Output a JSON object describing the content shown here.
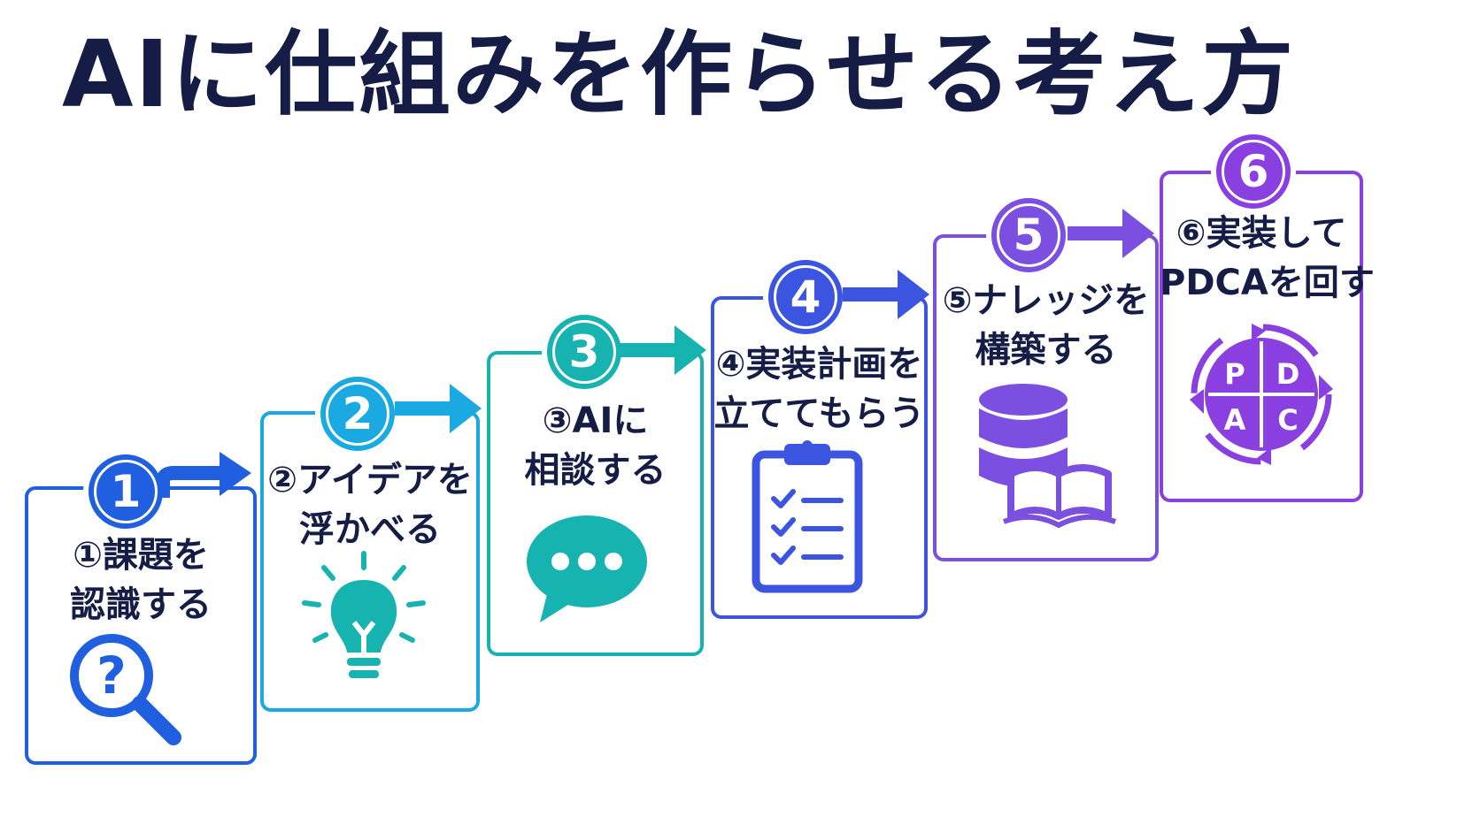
{
  "title": "AIに仕組みを作らせる考え方",
  "steps": [
    {
      "number": "1",
      "line1": "①課題を",
      "line2": "認識する",
      "color": "#1f5fe0",
      "icon": "magnifier-question-icon"
    },
    {
      "number": "2",
      "line1": "②アイデアを",
      "line2": "浮かべる",
      "color": "#1aa9e0",
      "icon": "lightbulb-icon"
    },
    {
      "number": "3",
      "line1": "③AIに",
      "line2": "相談する",
      "color": "#17b3b0",
      "icon": "chat-bubble-icon"
    },
    {
      "number": "4",
      "line1": "④実装計画を",
      "line2": "立ててもらう",
      "color": "#3b55e0",
      "icon": "clipboard-checklist-icon"
    },
    {
      "number": "5",
      "line1": "⑤ナレッジを",
      "line2": "構築する",
      "color": "#7b4fe0",
      "icon": "database-book-icon"
    },
    {
      "number": "6",
      "line1": "⑥実装して",
      "line2": "PDCAを回す",
      "color": "#8a3fe0",
      "icon": "pdca-cycle-icon"
    }
  ],
  "pdca": {
    "p": "P",
    "d": "D",
    "c": "C",
    "a": "A"
  },
  "help_mark": "?"
}
